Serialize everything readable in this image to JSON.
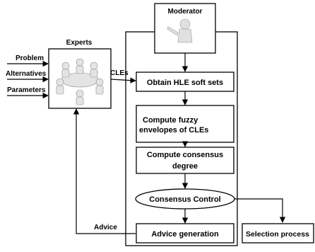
{
  "labels": {
    "moderator": "Moderator",
    "experts": "Experts",
    "problem": "Problem",
    "alternatives": "Alternatives",
    "parameters": "Parameters",
    "cles": "CLEs",
    "advice": "Advice"
  },
  "steps": {
    "obtain": "Obtain HLE soft sets",
    "fuzzy_line1": "Compute fuzzy",
    "fuzzy_line2": "envelopes of CLEs",
    "consensus_line1": "Compute consensus",
    "consensus_line2": "degree",
    "control": "Consensus Control",
    "advice_gen": "Advice generation",
    "selection": "Selection process"
  },
  "colors": {
    "stroke": "#000000",
    "fill": "#ffffff",
    "figure": "#e6e6e6"
  }
}
